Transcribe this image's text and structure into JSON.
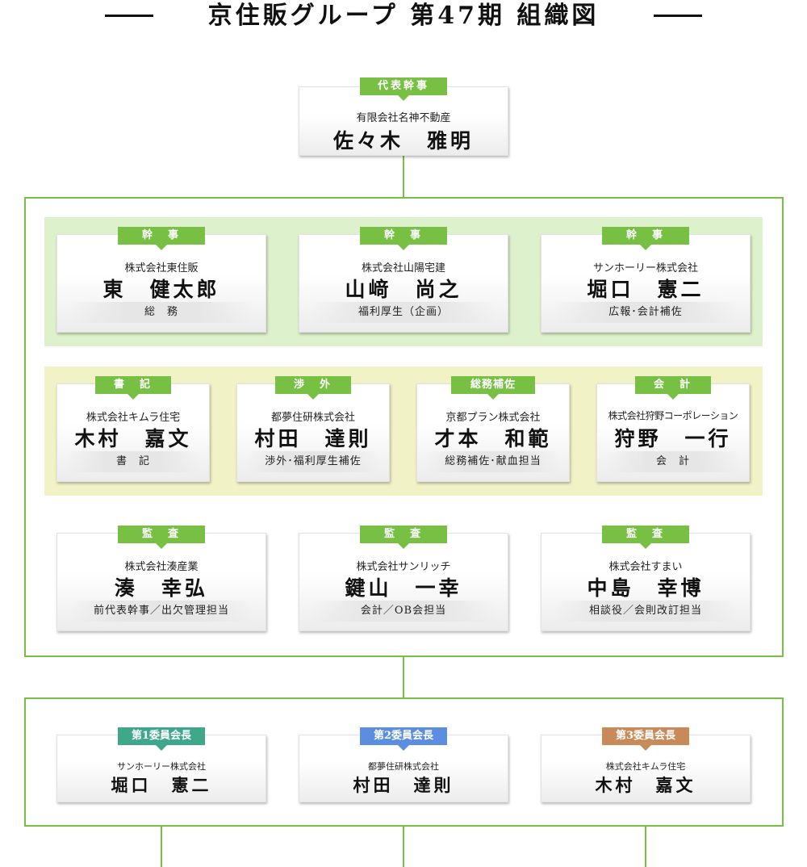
{
  "title": "京住販グループ 第47期 組織図",
  "colors": {
    "green": "#77c043",
    "band_green": "#ddf1cc",
    "band_yellow": "#f1f2c6",
    "committee1": "#3fa88b",
    "committee2": "#5b8de0",
    "committee3": "#c98a5a"
  },
  "leader": {
    "title": "代表幹事",
    "company": "有限会社名神不動産",
    "name": "佐々木　雅明"
  },
  "secretaries": [
    {
      "title": "幹　事",
      "company": "株式会社東住販",
      "name": "東　健太郎",
      "role": "総　務"
    },
    {
      "title": "幹　事",
      "company": "株式会社山陽宅建",
      "name": "山﨑　尚之",
      "role": "福利厚生（企画）"
    },
    {
      "title": "幹　事",
      "company": "サンホーリー株式会社",
      "name": "堀口　憲二",
      "role": "広報･会計補佐"
    }
  ],
  "officers": [
    {
      "title": "書　記",
      "company": "株式会社キムラ住宅",
      "name": "木村　嘉文",
      "role": "書　記"
    },
    {
      "title": "渉　外",
      "company": "都夢住研株式会社",
      "name": "村田　達則",
      "role": "渉外･福利厚生補佐"
    },
    {
      "title": "総務補佐",
      "company": "京都プラン株式会社",
      "name": "才本　和範",
      "role": "総務補佐･献血担当"
    },
    {
      "title": "会　計",
      "company": "株式会社狩野コーポレーション",
      "name": "狩野　一行",
      "role": "会　計"
    }
  ],
  "auditors": [
    {
      "title": "監　査",
      "company": "株式会社湊産業",
      "name": "湊　幸弘",
      "role": "前代表幹事／出欠管理担当"
    },
    {
      "title": "監　査",
      "company": "株式会社サンリッチ",
      "name": "鍵山　一幸",
      "role": "会計／OB会担当"
    },
    {
      "title": "監　査",
      "company": "株式会社すまい",
      "name": "中島　幸博",
      "role": "相談役／会則改訂担当"
    }
  ],
  "committees": [
    {
      "title": "第1委員会長",
      "company": "サンホーリー株式会社",
      "name": "堀口　憲二"
    },
    {
      "title": "第2委員会長",
      "company": "都夢住研株式会社",
      "name": "村田　達則"
    },
    {
      "title": "第3委員会長",
      "company": "株式会社キムラ住宅",
      "name": "木村　嘉文"
    }
  ]
}
